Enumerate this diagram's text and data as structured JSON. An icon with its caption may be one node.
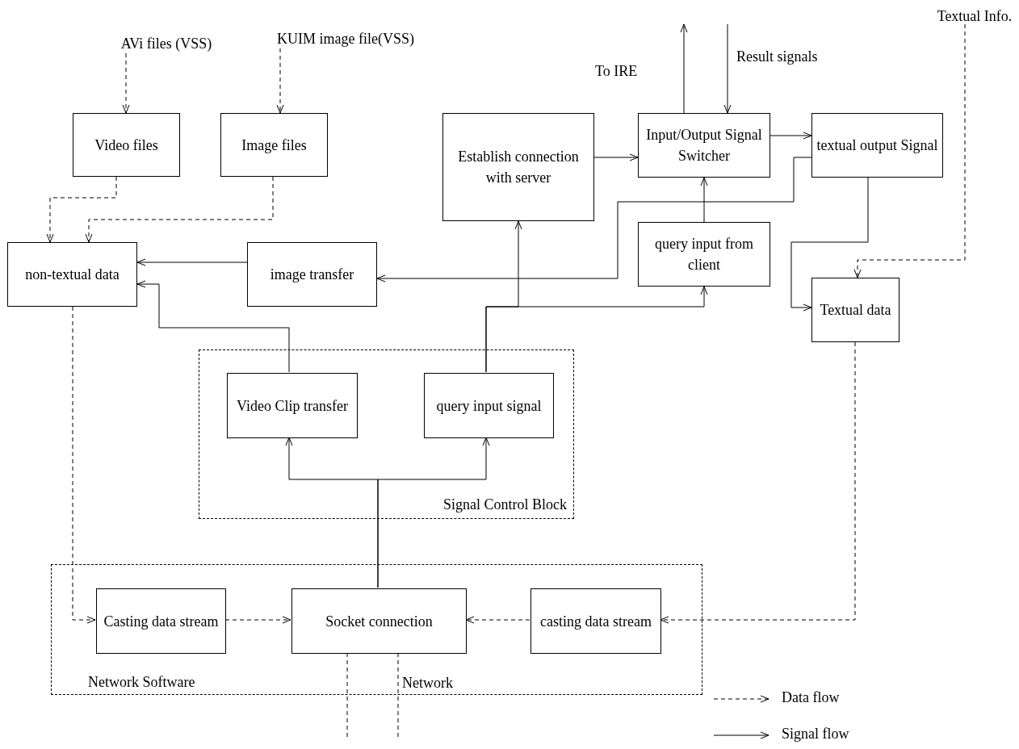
{
  "diagram": {
    "nodes": [
      {
        "text": [
          "AVi files (VSS)"
        ]
      },
      {
        "text": [
          "KUIM image file(VSS)"
        ]
      },
      {
        "text": [
          "Textual Info."
        ]
      },
      {
        "text": [
          "Video files"
        ]
      },
      {
        "text": [
          "Image files"
        ]
      },
      {
        "text": [
          "Establish connection with server"
        ]
      },
      {
        "text": [
          "Input/Output Signal Switcher"
        ]
      },
      {
        "text": [
          "textual output Signal"
        ]
      },
      {
        "text": [
          "non-textual data"
        ]
      },
      {
        "text": [
          "image transfer"
        ]
      },
      {
        "text": [
          "query input from client"
        ]
      },
      {
        "text": [
          "Textual data"
        ]
      },
      {
        "text": [
          "Signal Control Block"
        ]
      },
      {
        "text": [
          "Video Clip transfer"
        ],
        "in": 12
      },
      {
        "text": [
          "query input signal"
        ],
        "in": 12
      },
      {
        "text": [
          "Network Software"
        ]
      },
      {
        "text": [
          "Casting data stream"
        ],
        "in": 15
      },
      {
        "text": [
          "Socket connection"
        ],
        "in": 15
      },
      {
        "text": [
          "casting data stream"
        ],
        "in": 15
      }
    ],
    "edges": [
      {
        "from": 0,
        "to": 3,
        "arrow": "to",
        "style": "dashed"
      },
      {
        "from": 1,
        "to": 4,
        "arrow": "to",
        "style": "dashed"
      },
      {
        "from": 3,
        "to": 8,
        "arrow": "to",
        "style": "dashed"
      },
      {
        "from": 4,
        "to": 8,
        "arrow": "to",
        "style": "dashed"
      },
      {
        "from": 9,
        "to": 8,
        "arrow": "to"
      },
      {
        "from": 13,
        "to": 8,
        "arrow": "to"
      },
      {
        "from": 5,
        "to": 6,
        "arrow": "to"
      },
      {
        "from": 6,
        "to": 7,
        "arrow": "to"
      },
      {
        "from": 6,
        "to": null,
        "arrow": "to",
        "label": "To IRE"
      },
      {
        "from": null,
        "to": 6,
        "arrow": "to",
        "label": "Result signals"
      },
      {
        "from": 10,
        "to": 6,
        "arrow": "to"
      },
      {
        "from": 7,
        "to": 9,
        "arrow": "to"
      },
      {
        "from": 7,
        "to": 11,
        "arrow": "to"
      },
      {
        "from": 2,
        "to": 11,
        "arrow": "to",
        "style": "dashed"
      },
      {
        "from": 14,
        "to": 5,
        "arrow": "to"
      },
      {
        "from": 14,
        "to": 10,
        "arrow": "to"
      },
      {
        "from": 17,
        "to": 13,
        "arrow": "to"
      },
      {
        "from": 17,
        "to": 14,
        "arrow": "to"
      },
      {
        "from": 8,
        "to": 16,
        "arrow": "to",
        "style": "dashed"
      },
      {
        "from": 16,
        "to": 17,
        "arrow": "to",
        "style": "dashed"
      },
      {
        "from": 18,
        "to": 17,
        "arrow": "to",
        "style": "dashed"
      },
      {
        "from": 11,
        "to": 18,
        "arrow": "to",
        "style": "dashed"
      },
      {
        "from": 17,
        "to": null,
        "arrow": "none",
        "style": "dashed"
      },
      {
        "from": 17,
        "to": null,
        "arrow": "none",
        "style": "dashed"
      }
    ],
    "labels": [
      "Network"
    ],
    "legend": [
      {
        "text": "Data flow"
      },
      {
        "text": "Signal flow"
      }
    ]
  }
}
